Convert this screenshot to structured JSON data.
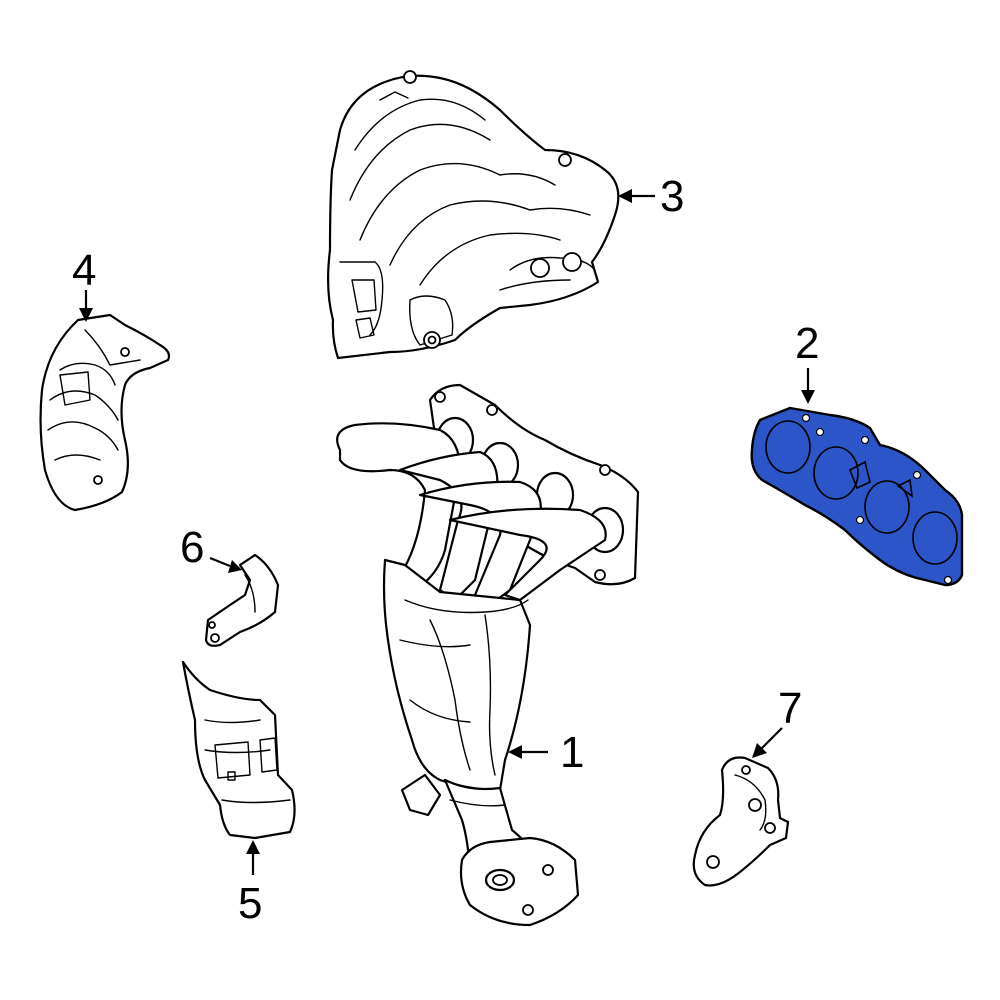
{
  "callouts": {
    "p1": "1",
    "p2": "2",
    "p3": "3",
    "p4": "4",
    "p5": "5",
    "p6": "6",
    "p7": "7"
  },
  "highlight": {
    "part": "2",
    "fill_color": "#2c56c8",
    "outline_color": "#000000"
  }
}
